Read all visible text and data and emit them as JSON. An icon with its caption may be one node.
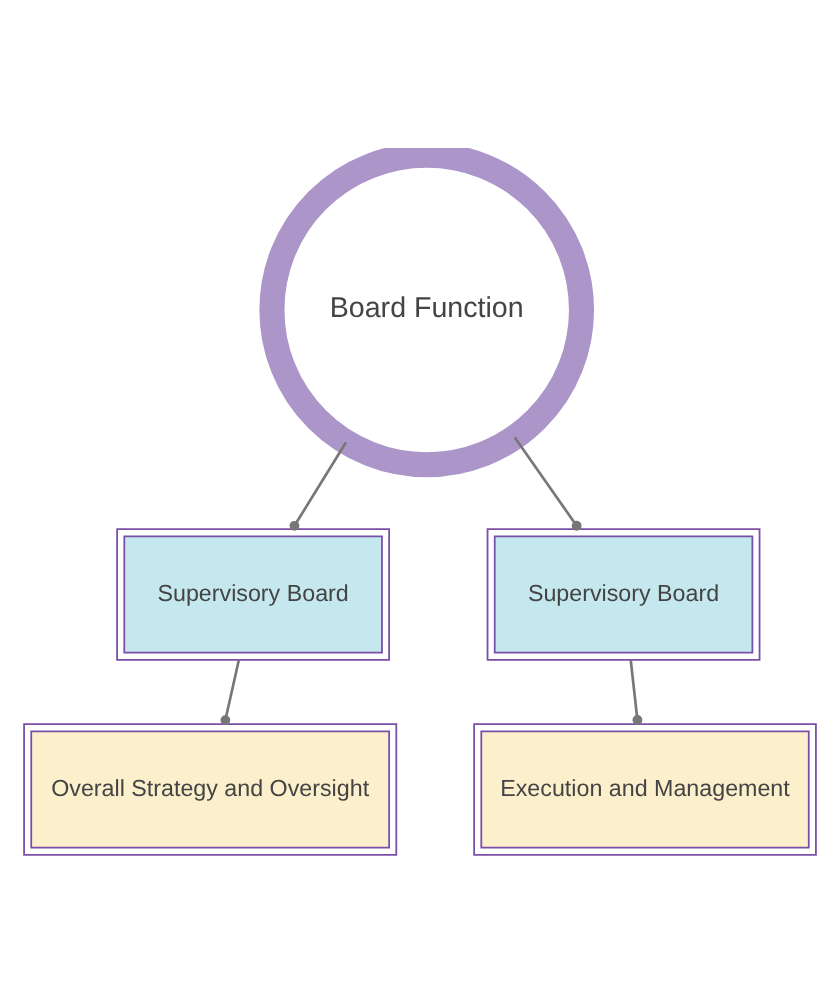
{
  "diagram": {
    "nodes": [
      {
        "text": [
          "Board Function"
        ]
      },
      {
        "text": [
          "Supervisory Board"
        ]
      },
      {
        "text": [
          "Supervisory Board"
        ]
      },
      {
        "text": [
          "Overall Strategy and Oversight"
        ]
      },
      {
        "text": [
          "Execution and Management"
        ]
      }
    ],
    "edges": [
      {
        "from": 0,
        "to": 1,
        "arrow": "other"
      },
      {
        "from": 0,
        "to": 2,
        "arrow": "other"
      },
      {
        "from": 1,
        "to": 3,
        "arrow": "other"
      },
      {
        "from": 2,
        "to": 4,
        "arrow": "other"
      }
    ]
  }
}
